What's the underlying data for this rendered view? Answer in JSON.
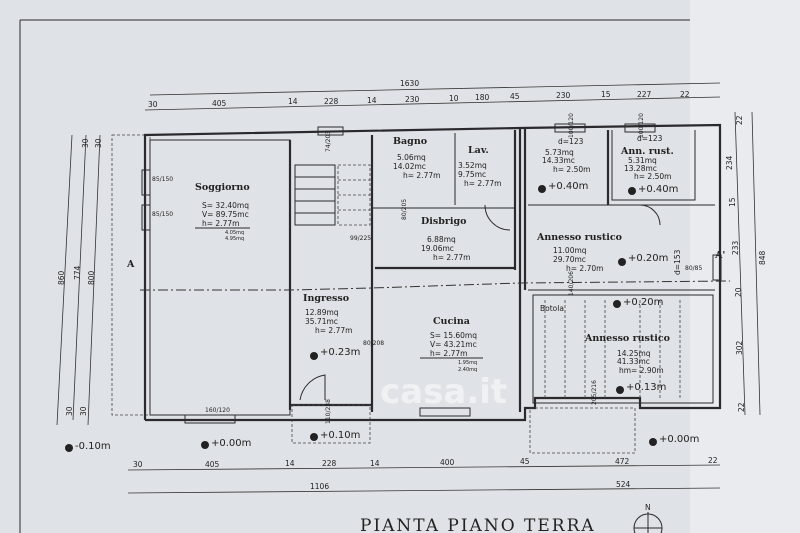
{
  "title": "PIANTA PIANO TERRA",
  "watermark": "casa.it",
  "north_label": "N",
  "section_labels": [
    "A",
    "A'"
  ],
  "dims_top_total": "1630",
  "dims_top": [
    "30",
    "405",
    "14",
    "228",
    "14",
    "230",
    "10",
    "180",
    "45",
    "230",
    "15",
    "227",
    "22"
  ],
  "dims_bottom": [
    "30",
    "405",
    "14",
    "228",
    "14",
    "400",
    "45",
    "472",
    "22"
  ],
  "dims_bottom_total": [
    "1106",
    "524"
  ],
  "dims_left": [
    "860",
    "774",
    "800",
    "30",
    "30",
    "30",
    "30"
  ],
  "dims_right": [
    "22",
    "234",
    "15",
    "233",
    "20",
    "302",
    "22",
    "848"
  ],
  "rooms": {
    "soggiorno": {
      "name": "Soggiorno",
      "s": "S= 32.40mq",
      "v": "V= 89.75mc",
      "h": "h= 2.77m",
      "r1": "4.05mq",
      "r2": "4.95mq"
    },
    "bagno": {
      "name": "Bagno",
      "s": "5.06mq",
      "v": "14.02mc",
      "h": "h= 2.77m"
    },
    "lav": {
      "name": "Lav.",
      "s": "3.52mq",
      "v": "9.75mc",
      "h": "h= 2.77m"
    },
    "disbrigo": {
      "name": "Disbrigo",
      "s": "6.88mq",
      "v": "19.06mc",
      "h": "h= 2.77m"
    },
    "ingresso": {
      "name": "Ingresso",
      "s": "12.89mq",
      "v": "35.71mc",
      "h": "h= 2.77m",
      "level": "+0.23m"
    },
    "cucina": {
      "name": "Cucina",
      "s": "S= 15.60mq",
      "v": "V= 43.21mc",
      "h": "h= 2.77m",
      "r1": "1.95mq",
      "r2": "2.40mq"
    },
    "ripostiglio": {
      "d": "d=123",
      "s": "5.73mq",
      "v": "14.33mc",
      "h": "h= 2.50m",
      "level": "+0.40m"
    },
    "ann_rust": {
      "name": "Ann. rust.",
      "d": "d=123",
      "s": "5.31mq",
      "v": "13.28mc",
      "h": "h= 2.50m",
      "level": "+0.40m"
    },
    "annesso1": {
      "name": "Annesso rustico",
      "s": "11.00mq",
      "v": "29.70mc",
      "h": "h= 2.70m",
      "level": "+0.20m",
      "d": "d=153"
    },
    "annesso2": {
      "name": "Annesso rustico",
      "s": "14.25mq",
      "v": "41.33mc",
      "h": "hm= 2.90m",
      "level1": "+0.20m",
      "level2": "+0.13m",
      "botola": "Botola"
    }
  },
  "levels": {
    "outside_left": "-0.10m",
    "front": "+0.00m",
    "porch": "+0.10m",
    "outside_right": "+0.00m"
  },
  "openings": [
    "85/150",
    "85/150",
    "74/203",
    "80/205",
    "99/225",
    "80/208",
    "160/120",
    "110/238",
    "100/120",
    "100/120",
    "80/85",
    "140/206",
    "205/216"
  ]
}
